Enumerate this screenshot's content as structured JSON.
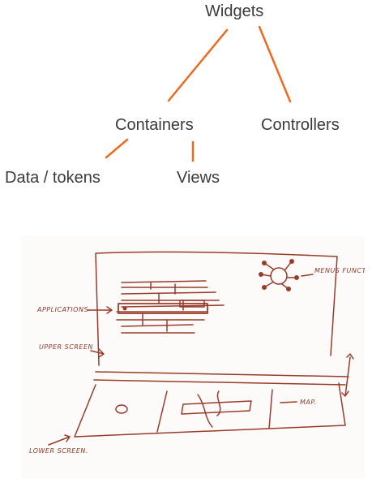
{
  "tree": {
    "root": "Widgets",
    "children": {
      "containers": "Containers",
      "controllers": "Controllers",
      "data_tokens": "Data / tokens",
      "views": "Views"
    },
    "edge_color": "#ee6a1f"
  },
  "sketch": {
    "ink_color": "#9a3b2a",
    "labels": {
      "applications": "APPLICATIONS",
      "menus_functions": "MENUS FUNCTIONS",
      "upper_screen": "UPPER SCREEN",
      "lower_screen": "LOWER SCREEN.",
      "map": "MAP."
    }
  }
}
